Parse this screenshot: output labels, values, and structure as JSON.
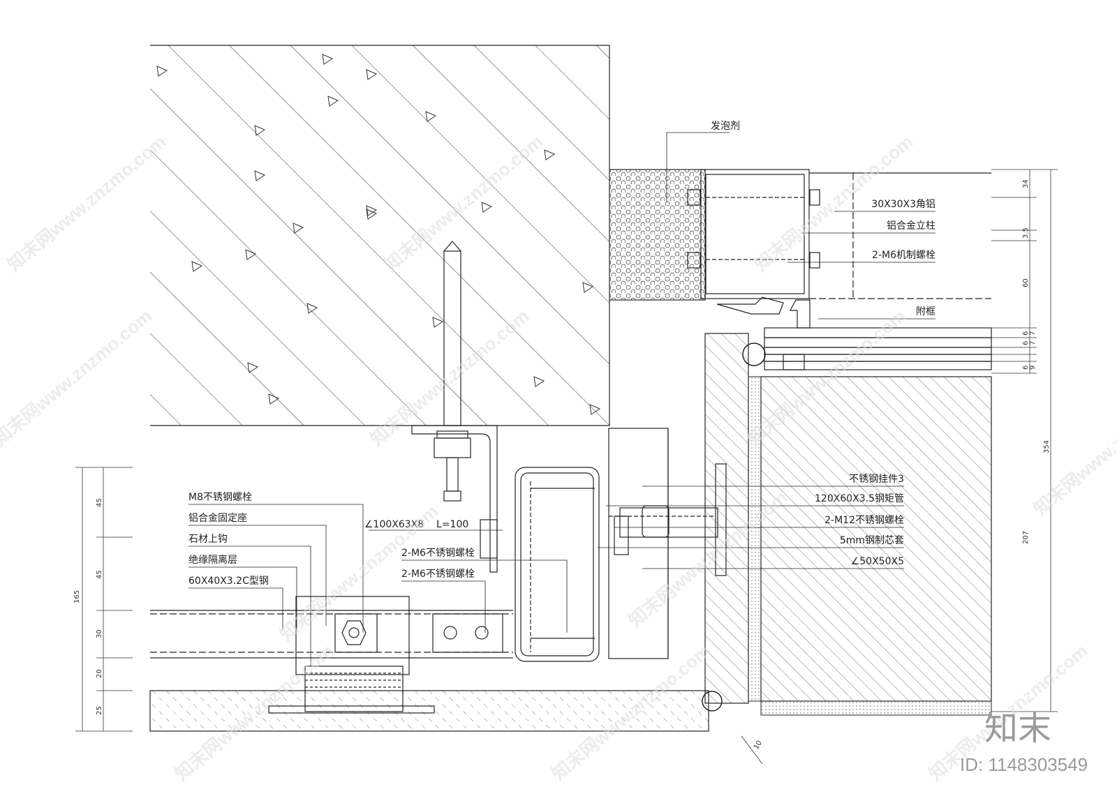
{
  "labels": {
    "foam": "发泡剂",
    "angle_alu": "30X30X3角铝",
    "alu_mullion": "铝合金立柱",
    "m6_machine_bolt": "2-M6机制螺栓",
    "sub_frame": "附框",
    "ss_hanger": "不锈钢挂件3",
    "steel_tube": "120X60X3.5钢矩管",
    "m12_bolt": "2-M12不锈钢螺栓",
    "steel_sleeve": "5mm钢制芯套",
    "angle_50": "∠50X50X5",
    "m8_bolt": "M8不锈钢螺栓",
    "alu_seat": "铝合金固定座",
    "stone_hook": "石材上钩",
    "insulation": "绝缘隔离层",
    "c_steel": "60X40X3.2C型钢",
    "angle_100": "∠100X63X8",
    "angle_len": "L=100",
    "m6_ss_bolt_1": "2-M6不锈钢螺栓",
    "m6_ss_bolt_2": "2-M6不锈钢螺栓"
  },
  "dims_right": [
    "34",
    "3.5",
    "60",
    "6",
    "7",
    "6",
    "7",
    "6",
    "9",
    "354",
    "207"
  ],
  "dims_left": [
    "45",
    "45",
    "30",
    "20",
    "25",
    "165"
  ],
  "dim_bottom": "10",
  "watermark": {
    "text": "知末网www.znzmo.com",
    "brand": "知末",
    "id": "ID: 1148303549"
  }
}
